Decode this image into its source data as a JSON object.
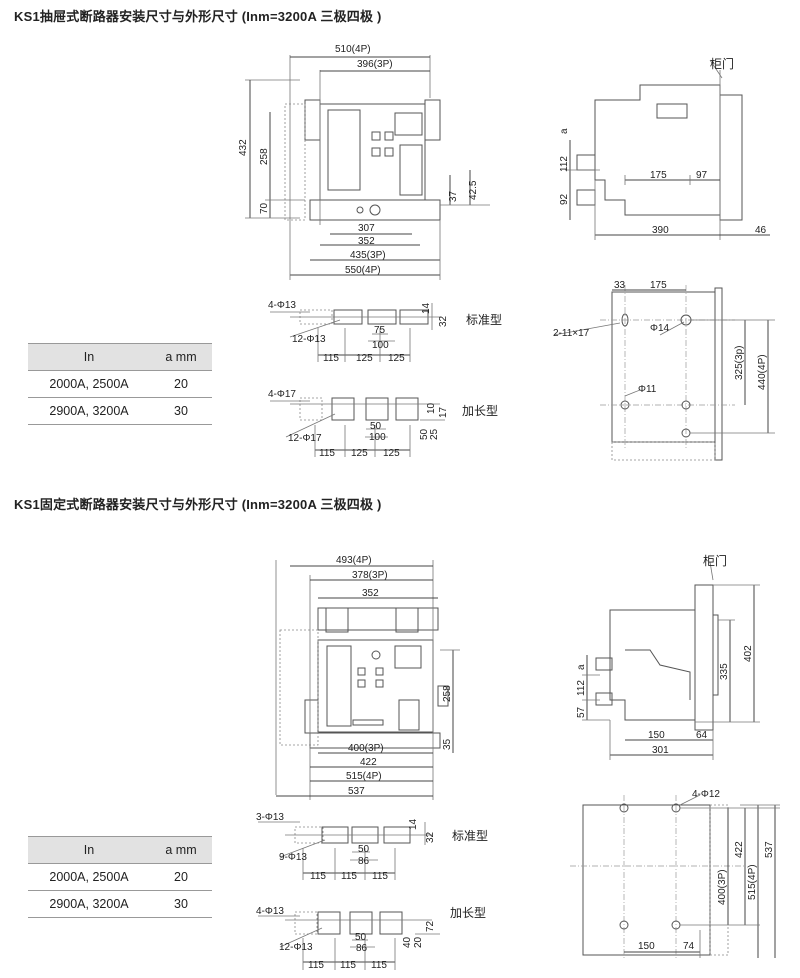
{
  "sections": [
    {
      "title": "KS1抽屉式断路器安装尺寸与外形尺寸 (Inm=3200A 三极四极 )",
      "table": {
        "headers": [
          "In",
          "a mm"
        ],
        "rows": [
          [
            "2000A, 2500A",
            "20"
          ],
          [
            "2900A, 3200A",
            "30"
          ]
        ]
      },
      "front_dims": [
        "510(4P)",
        "396(3P)",
        "432",
        "258",
        "70",
        "37",
        "42.5",
        "307",
        "352",
        "435(3P)",
        "550(4P)"
      ],
      "side_dims": [
        "柜门",
        "a",
        "112",
        "92",
        "175",
        "97",
        "390",
        "46"
      ],
      "mount_dims": [
        "33",
        "175",
        "2-11×17",
        "Φ14",
        "325(3p)",
        "440(4P)",
        "Φ11"
      ],
      "terminal_standard": {
        "label": "标准型",
        "dims": [
          "4-Φ13",
          "12-Φ13",
          "14",
          "32",
          "75",
          "100",
          "115",
          "125",
          "125"
        ]
      },
      "terminal_extended": {
        "label": "加长型",
        "dims": [
          "4-Φ17",
          "12-Φ17",
          "10",
          "17",
          "50",
          "25",
          "50",
          "100",
          "115",
          "125",
          "125"
        ]
      }
    },
    {
      "title": "KS1固定式断路器安装尺寸与外形尺寸 (Inm=3200A 三极四极 )",
      "table": {
        "headers": [
          "In",
          "a mm"
        ],
        "rows": [
          [
            "2000A, 2500A",
            "20"
          ],
          [
            "2900A, 3200A",
            "30"
          ]
        ]
      },
      "front_dims": [
        "493(4P)",
        "378(3P)",
        "352",
        "258",
        "35",
        "400(3P)",
        "422",
        "515(4P)",
        "537"
      ],
      "side_dims": [
        "柜门",
        "a",
        "112",
        "57",
        "335",
        "402",
        "150",
        "64",
        "301"
      ],
      "mount_dims": [
        "4-Φ12",
        "400(3P)",
        "422",
        "515(4P)",
        "537",
        "150",
        "74"
      ],
      "terminal_standard": {
        "label": "标准型",
        "dims": [
          "3-Φ13",
          "9-Φ13",
          "14",
          "32",
          "50",
          "86",
          "115",
          "115",
          "115"
        ]
      },
      "terminal_extended": {
        "label": "加长型",
        "dims": [
          "4-Φ13",
          "12-Φ13",
          "40",
          "20",
          "72",
          "50",
          "86",
          "115",
          "115",
          "115"
        ]
      }
    }
  ]
}
